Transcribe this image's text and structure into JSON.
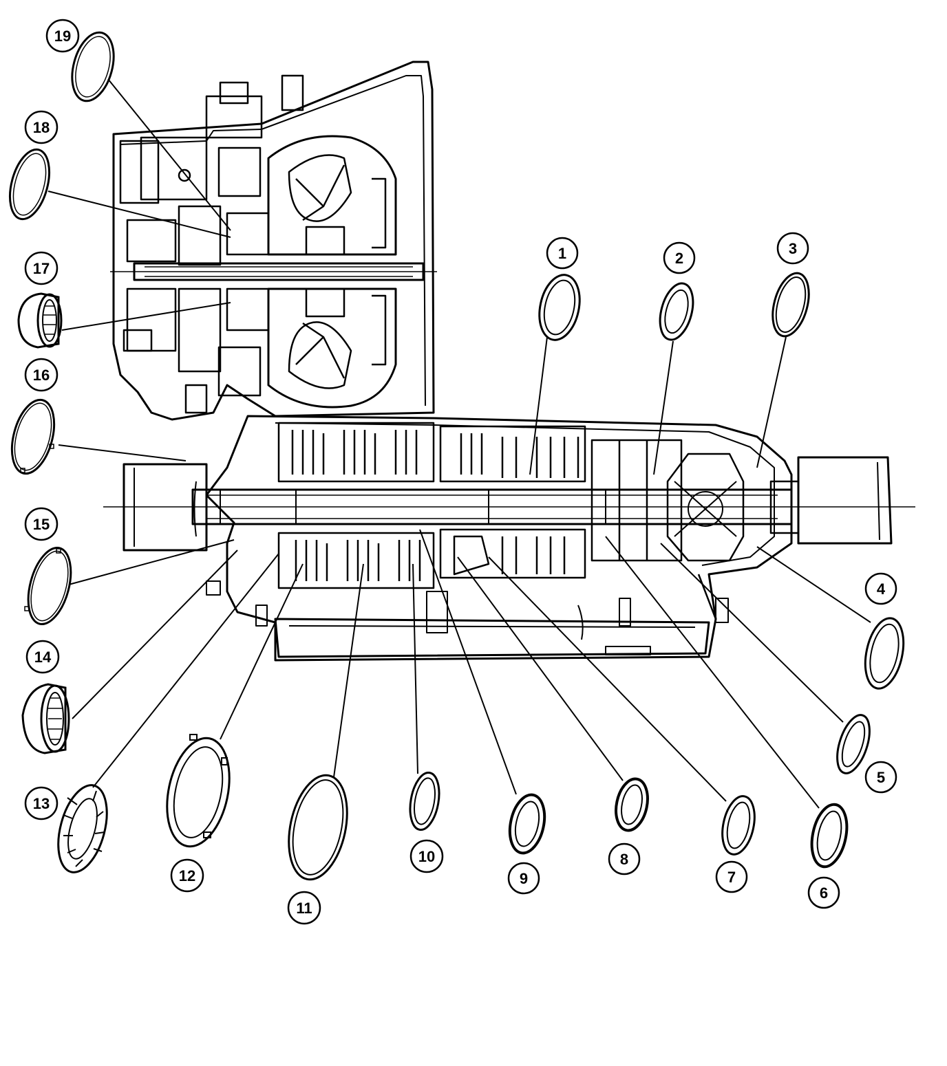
{
  "diagram": {
    "callouts": [
      {
        "label": "1"
      },
      {
        "label": "2"
      },
      {
        "label": "3"
      },
      {
        "label": "4"
      },
      {
        "label": "5"
      },
      {
        "label": "6"
      },
      {
        "label": "7"
      },
      {
        "label": "8"
      },
      {
        "label": "9"
      },
      {
        "label": "10"
      },
      {
        "label": "11"
      },
      {
        "label": "12"
      },
      {
        "label": "13"
      },
      {
        "label": "14"
      },
      {
        "label": "15"
      },
      {
        "label": "16"
      },
      {
        "label": "17"
      },
      {
        "label": "18"
      },
      {
        "label": "19"
      }
    ],
    "colors": {
      "ink": "#000000",
      "paper": "#ffffff"
    }
  }
}
